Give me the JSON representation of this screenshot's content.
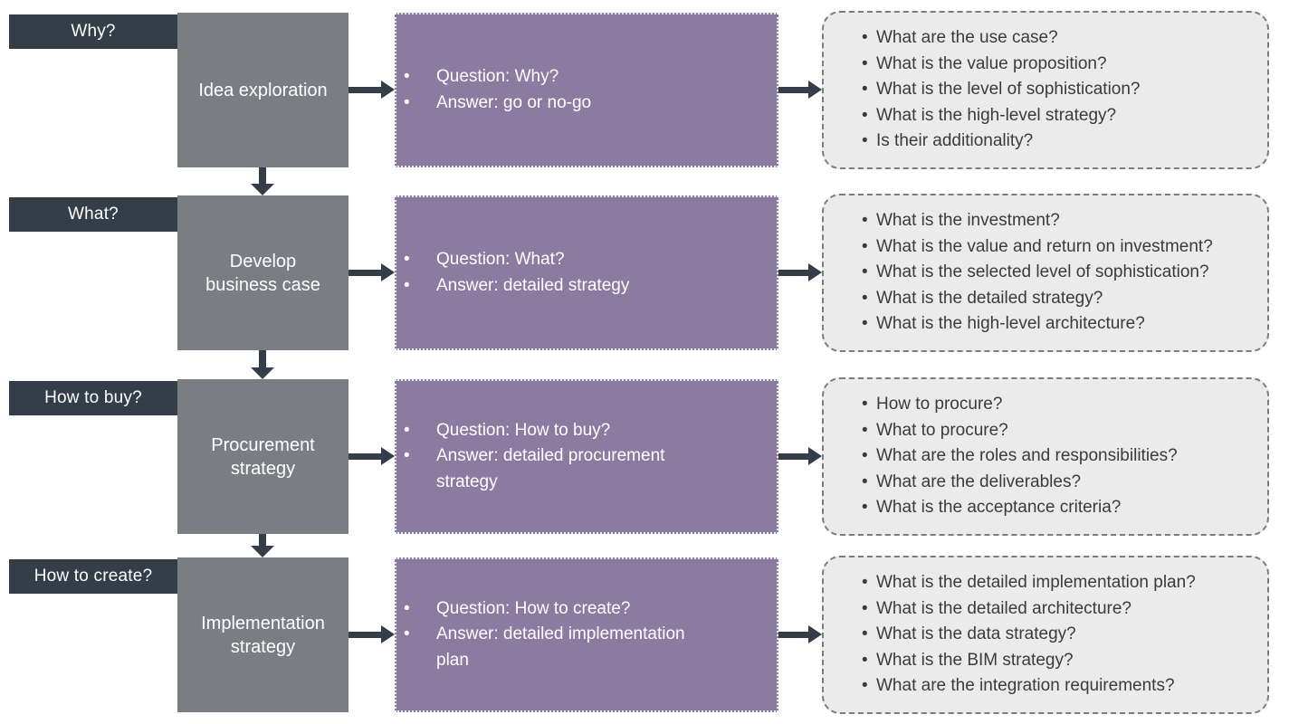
{
  "colors": {
    "dark": "#333E48",
    "gray": "#7A7E83",
    "purple": "#8C7BA1",
    "light_fill": "#EBEBEB",
    "light_border": "#7C7C7C",
    "text_dark": "#3B3B3B"
  },
  "rows": [
    {
      "label": "Why?",
      "stage": "Idea exploration",
      "qa": [
        "Question: Why?",
        "Answer: go or no-go"
      ],
      "questions": [
        "What are the use case?",
        "What is the value proposition?",
        "What is the level of sophistication?",
        "What is the high-level strategy?",
        "Is their additionality?"
      ]
    },
    {
      "label": "What?",
      "stage": "Develop\nbusiness case",
      "qa": [
        "Question: What?",
        "Answer: detailed strategy"
      ],
      "questions": [
        "What is the investment?",
        "What is the value and return on investment?",
        "What is the selected level of sophistication?",
        "What is the detailed strategy?",
        "What is the high-level architecture?"
      ]
    },
    {
      "label": "How to buy?",
      "stage": "Procurement\nstrategy",
      "qa": [
        "Question: How to buy?",
        "Answer: detailed procurement strategy"
      ],
      "questions": [
        "How to procure?",
        "What to procure?",
        "What are the roles and responsibilities?",
        "What are the deliverables?",
        "What is the acceptance criteria?"
      ]
    },
    {
      "label": "How to create?",
      "stage": "Implementation\nstrategy",
      "qa": [
        "Question: How to create?",
        "Answer: detailed implementation plan"
      ],
      "questions": [
        "What is the detailed implementation plan?",
        "What is the detailed architecture?",
        "What is the data strategy?",
        "What is the BIM strategy?",
        "What are the integration requirements?"
      ]
    }
  ]
}
